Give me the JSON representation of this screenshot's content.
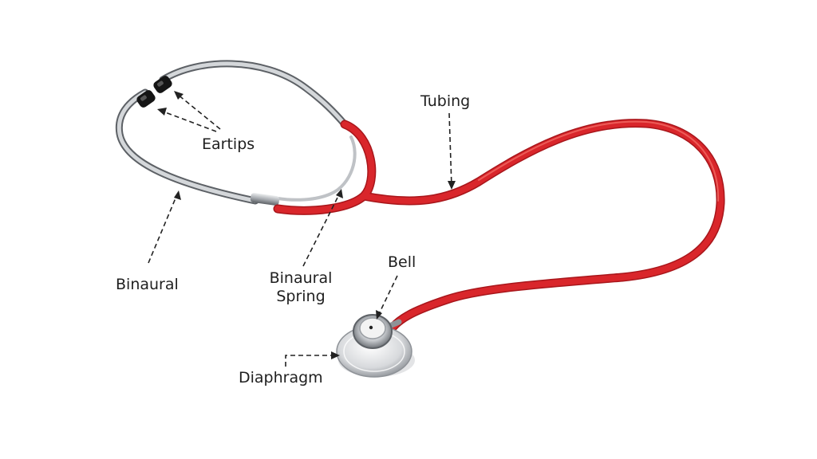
{
  "diagram": {
    "subject": "stethoscope",
    "colors": {
      "tubing": "#d9262b",
      "tubing_highlight": "#f06a64",
      "metal": "#b9bcc0",
      "metal_dark": "#5d6166",
      "eartip": "#151515",
      "label_text": "#1f1f1f"
    },
    "labels": {
      "eartips": "Eartips",
      "tubing": "Tubing",
      "binaural": "Binaural",
      "binaural_spring_line1": "Binaural",
      "binaural_spring_line2": "Spring",
      "bell": "Bell",
      "diaphragm": "Diaphragm"
    }
  }
}
